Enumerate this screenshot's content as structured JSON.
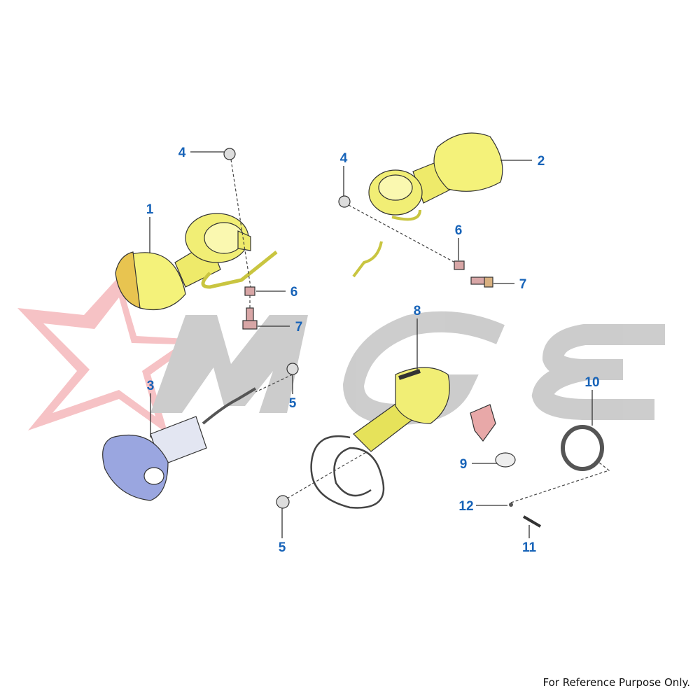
{
  "watermark": {
    "text": "MGE",
    "star_color": "#f3a3a8",
    "letter_color": "#b5b5b5"
  },
  "footer": {
    "text": "For Reference Purpose Only."
  },
  "colors": {
    "label": "#1763b8",
    "lamp_yellow": "#f4f27a",
    "lamp_blue": "#9aa6e0",
    "nut_pink": "#d8a6a6"
  },
  "labels": {
    "p1": "1",
    "p2": "2",
    "p3": "3",
    "p4a": "4",
    "p4b": "4",
    "p5a": "5",
    "p5b": "5",
    "p6a": "6",
    "p6b": "6",
    "p7a": "7",
    "p7b": "7",
    "p8": "8",
    "p9": "9",
    "p10": "10",
    "p11": "11",
    "p12": "12"
  }
}
